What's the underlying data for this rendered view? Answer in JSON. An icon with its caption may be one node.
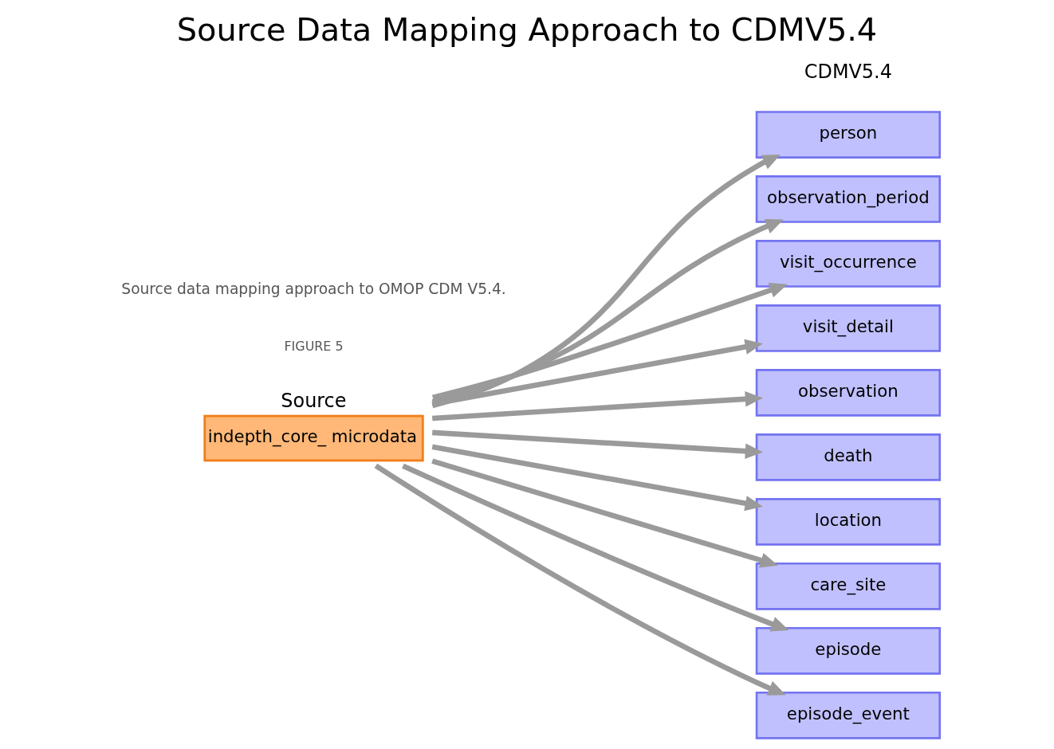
{
  "diagram": {
    "title": "Source Data Mapping Approach to CDMV5.4",
    "caption": "Source data mapping approach to OMOP CDM V5.4.",
    "nodes": [
      {
        "text": [
          "Source",
          "indepth_core_ microdata"
        ]
      },
      {
        "text": [
          "person"
        ]
      },
      {
        "text": [
          "observation_period"
        ]
      },
      {
        "text": [
          "visit_occurrence"
        ]
      },
      {
        "text": [
          "visit_detail"
        ]
      },
      {
        "text": [
          "observation"
        ]
      },
      {
        "text": [
          "death"
        ]
      },
      {
        "text": [
          "location"
        ]
      },
      {
        "text": [
          "care_site"
        ]
      },
      {
        "text": [
          "episode"
        ]
      },
      {
        "text": [
          "episode_event"
        ]
      }
    ],
    "edges": [
      {
        "from": 0,
        "to": 1,
        "arrow": "to"
      },
      {
        "from": 0,
        "to": 2,
        "arrow": "to"
      },
      {
        "from": 0,
        "to": 3,
        "arrow": "to"
      },
      {
        "from": 0,
        "to": 4,
        "arrow": "to"
      },
      {
        "from": 0,
        "to": 5,
        "arrow": "to"
      },
      {
        "from": 0,
        "to": 6,
        "arrow": "to"
      },
      {
        "from": 0,
        "to": 7,
        "arrow": "to"
      },
      {
        "from": 0,
        "to": 8,
        "arrow": "to"
      },
      {
        "from": 0,
        "to": 9,
        "arrow": "to"
      },
      {
        "from": 0,
        "to": 10,
        "arrow": "to"
      }
    ],
    "labels": [
      "CDMV5.4",
      "FIGURE 5"
    ]
  }
}
